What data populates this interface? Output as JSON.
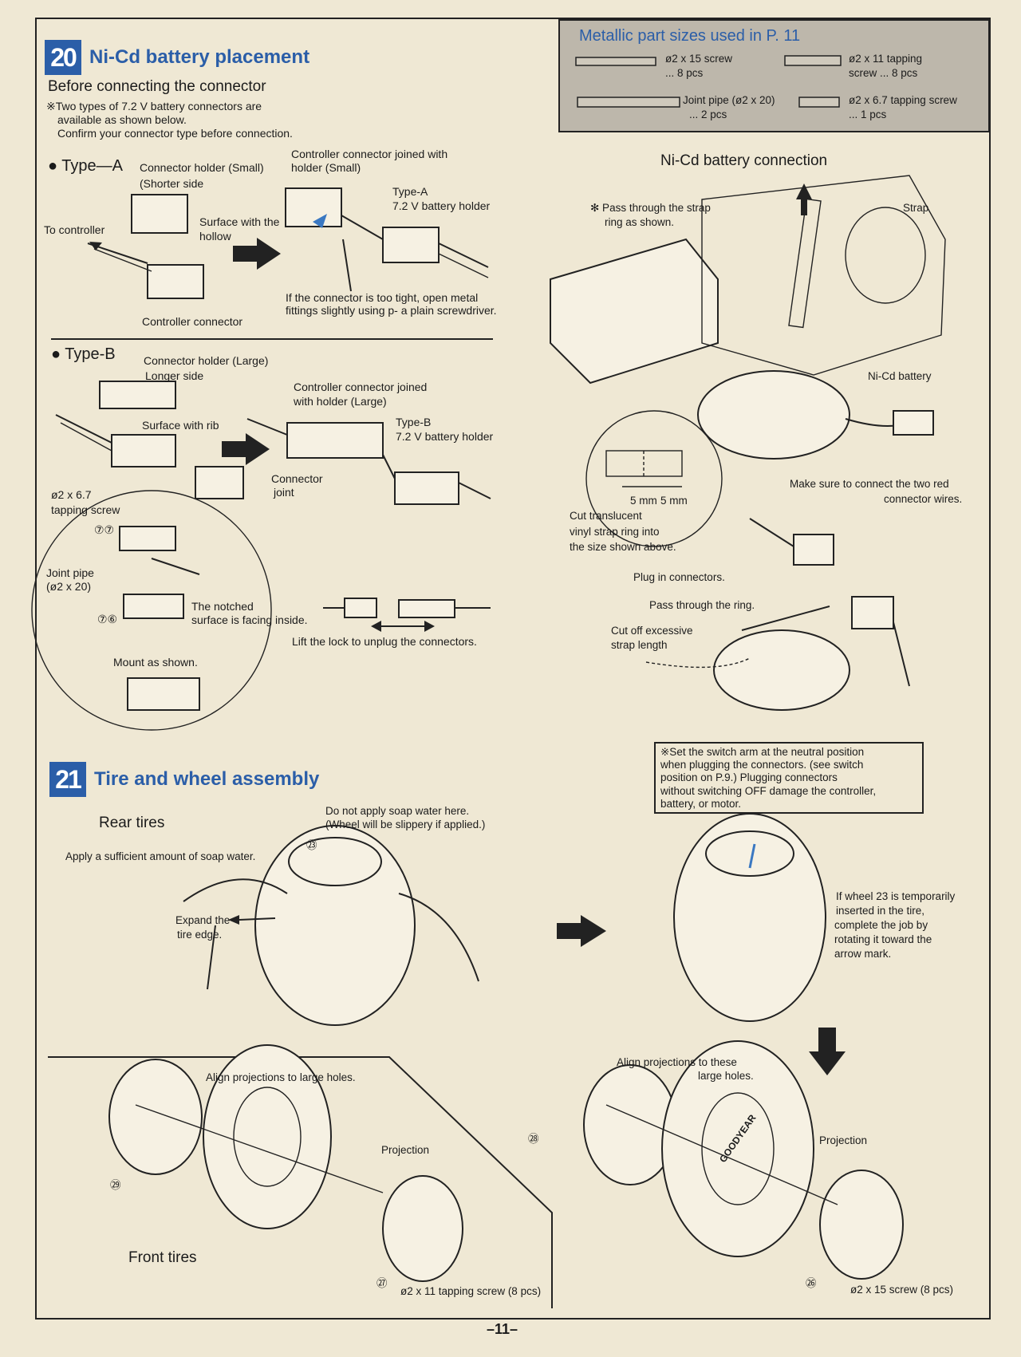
{
  "sec20": {
    "num": "20",
    "title": "Ni-Cd battery placement"
  },
  "before": {
    "heading": "Before connecting the connector",
    "note1": "※Two types of 7.2 V battery connectors are",
    "note2": "available as shown below.",
    "note3": "Confirm your connector type before connection."
  },
  "typeA": {
    "label": "● Type—A",
    "holder_small": "Connector holder (Small)",
    "shorter": "(Shorter side",
    "to_controller": "To controller",
    "surface_hollow1": "Surface with the",
    "surface_hollow2": "hollow",
    "controller_connector": "Controller connector",
    "joined1": "Controller connector joined with",
    "joined2": "holder (Small)",
    "battery_holder1": "Type-A",
    "battery_holder2": "7.2 V battery holder",
    "tight1": "If the connector is too tight, open metal",
    "tight2": "fittings slightly using p-  a plain screwdriver."
  },
  "typeB": {
    "label": "● Type-B",
    "holder_large": "Connector holder (Large)",
    "longer": "Longer side",
    "surface_rib": "Surface with rib",
    "joined1": "Controller connector joined",
    "joined2": "with holder (Large)",
    "battery_holder1": "Type-B",
    "battery_holder2": "7.2 V battery holder",
    "joint1": "Connector",
    "joint2": "joint",
    "screw1": "ø2 x 6.7",
    "screw2": "tapping screw",
    "part77": "⑦⑦",
    "part76": "⑦⑥",
    "pipe1": "Joint pipe",
    "pipe2": "(ø2 x 20)",
    "notched1": "The notched",
    "notched2": "surface is facing inside.",
    "mount": "Mount as shown.",
    "lift": "Lift the lock to unplug the connectors."
  },
  "metallic": {
    "title": "Metallic part sizes used in P. 11",
    "s1a": "ø2 x 15 screw",
    "s1b": "... 8 pcs",
    "s2a": "ø2 x 11 tapping",
    "s2b": "screw ... 8 pcs",
    "s3a": "Joint pipe (ø2 x 20)",
    "s3b": "... 2 pcs",
    "s4a": "ø2 x 6.7 tapping screw",
    "s4b": "... 1 pcs"
  },
  "conn": {
    "title": "Ni-Cd battery connection",
    "pass1": "✻ Pass through the strap",
    "pass2": "ring as shown.",
    "strap": "Strap",
    "nicd": "Ni-Cd battery",
    "dim1": "5 mm",
    "dim2": "5 mm",
    "cut1": "Cut translucent",
    "cut2": "vinyl strap  ring into",
    "cut3": "the size shown above.",
    "red1": "Make sure to connect the two red",
    "red2": "connector wires.",
    "plug": "Plug in connectors.",
    "ring": "Pass through the ring.",
    "excess1": "Cut off excessive",
    "excess2": "strap length"
  },
  "warn": {
    "l1": "※Set the switch arm at the neutral position",
    "l2": "when plugging the connectors.  (see switch",
    "l3": "position on P.9.)  Plugging connectors",
    "l4": "without switching OFF damage the controller,",
    "l5": "battery, or motor."
  },
  "sec21": {
    "num": "21",
    "title": "Tire and wheel assembly",
    "rear": "Rear tires",
    "nosoap1": "Do not apply soap water here.",
    "nosoap2": "(Wheel will be slippery if applied.)",
    "apply": "Apply a sufficient amount of soap water.",
    "p23": "㉓",
    "expand1": "Expand the",
    "expand2": "tire edge.",
    "temp1": "If wheel 23 is temporarily",
    "temp2": "inserted in the tire,",
    "temp3": "complete the job by",
    "temp4": "rotating it toward the",
    "temp5": "arrow mark.",
    "align_front": "Align projections to large holes.",
    "projection": "Projection",
    "p29": "㉙",
    "p27": "㉗",
    "front": "Front tires",
    "screw11": "ø2 x 11 tapping screw (8 pcs)",
    "align_rear1": "Align projections to these",
    "align_rear2": "large holes.",
    "p28": "㉘",
    "p26": "㉖",
    "projection2": "Projection",
    "screw15": "ø2 x 15 screw (8 pcs)",
    "tire_brand": "GOODYEAR"
  },
  "page": {
    "number": "–11–"
  }
}
